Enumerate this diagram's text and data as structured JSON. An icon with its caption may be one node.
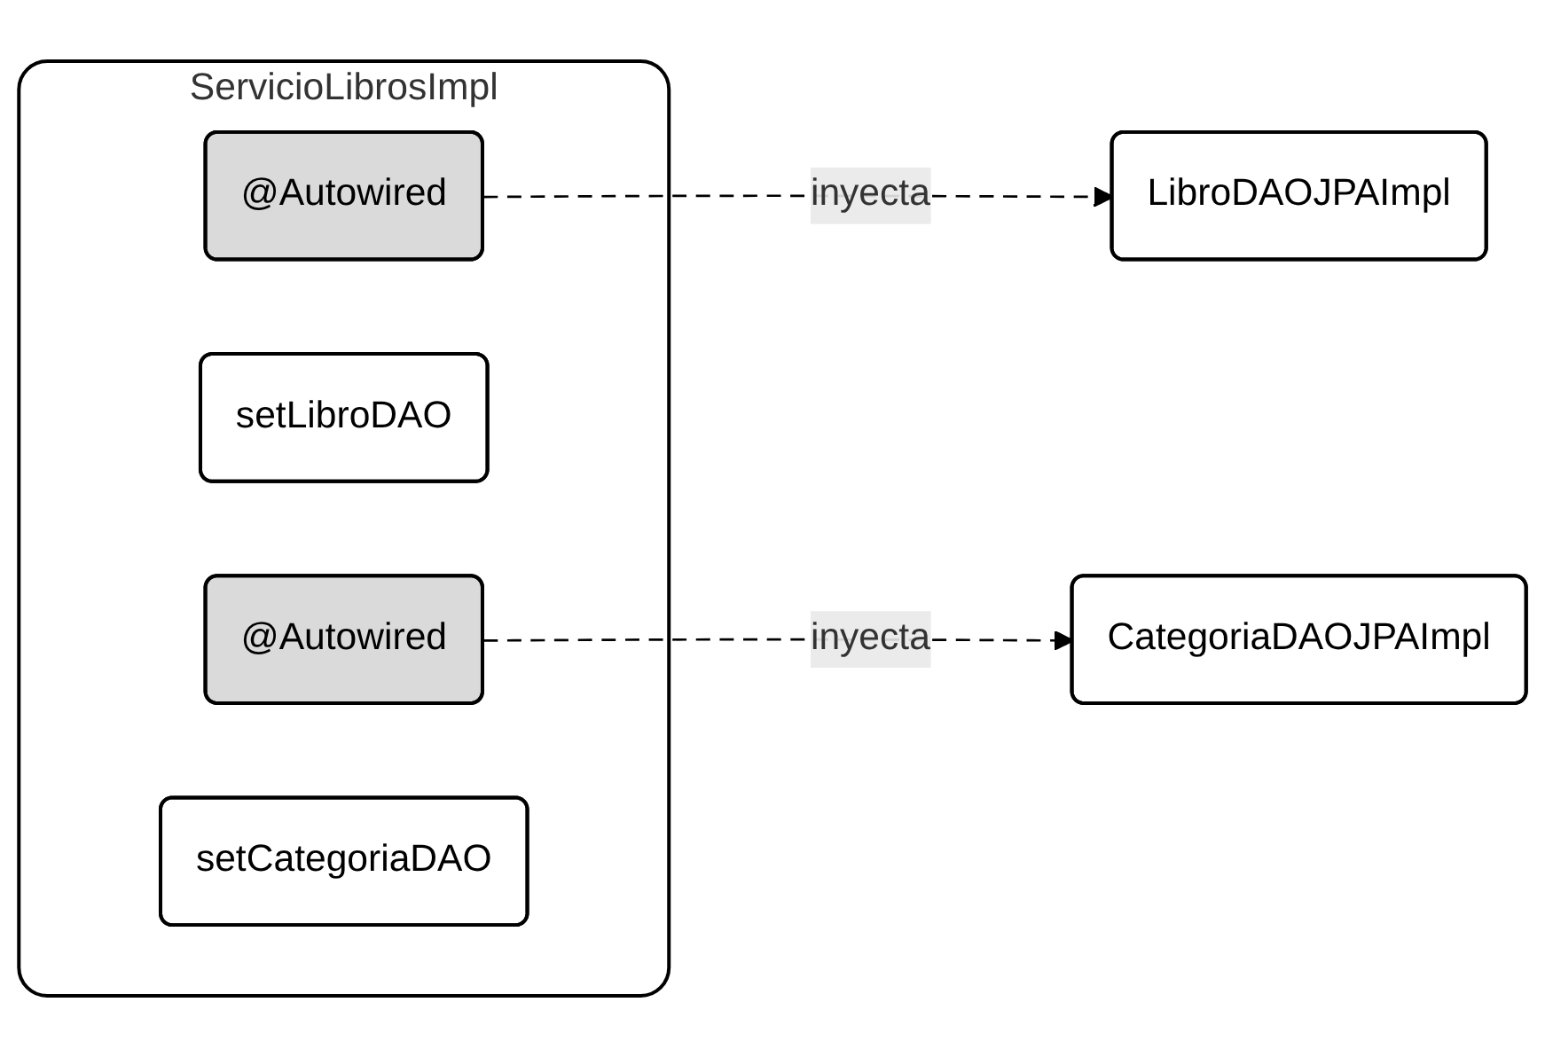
{
  "diagram": {
    "nodes": [
      {
        "text": [
          "ServicioLibrosImpl"
        ]
      },
      {
        "text": [
          "@Autowired"
        ],
        "in": 0
      },
      {
        "text": [
          "setLibroDAO"
        ],
        "in": 0
      },
      {
        "text": [
          "@Autowired"
        ],
        "in": 0
      },
      {
        "text": [
          "setCategoriaDAO"
        ],
        "in": 0
      },
      {
        "text": [
          "LibroDAOJPAImpl"
        ]
      },
      {
        "text": [
          "CategoriaDAOJPAImpl"
        ]
      }
    ],
    "edges": [
      {
        "from": 1,
        "to": 5,
        "arrow": "to",
        "label": "inyecta",
        "style": "dashed"
      },
      {
        "from": 3,
        "to": 6,
        "arrow": "to",
        "label": "inyecta",
        "style": "dashed"
      }
    ]
  }
}
